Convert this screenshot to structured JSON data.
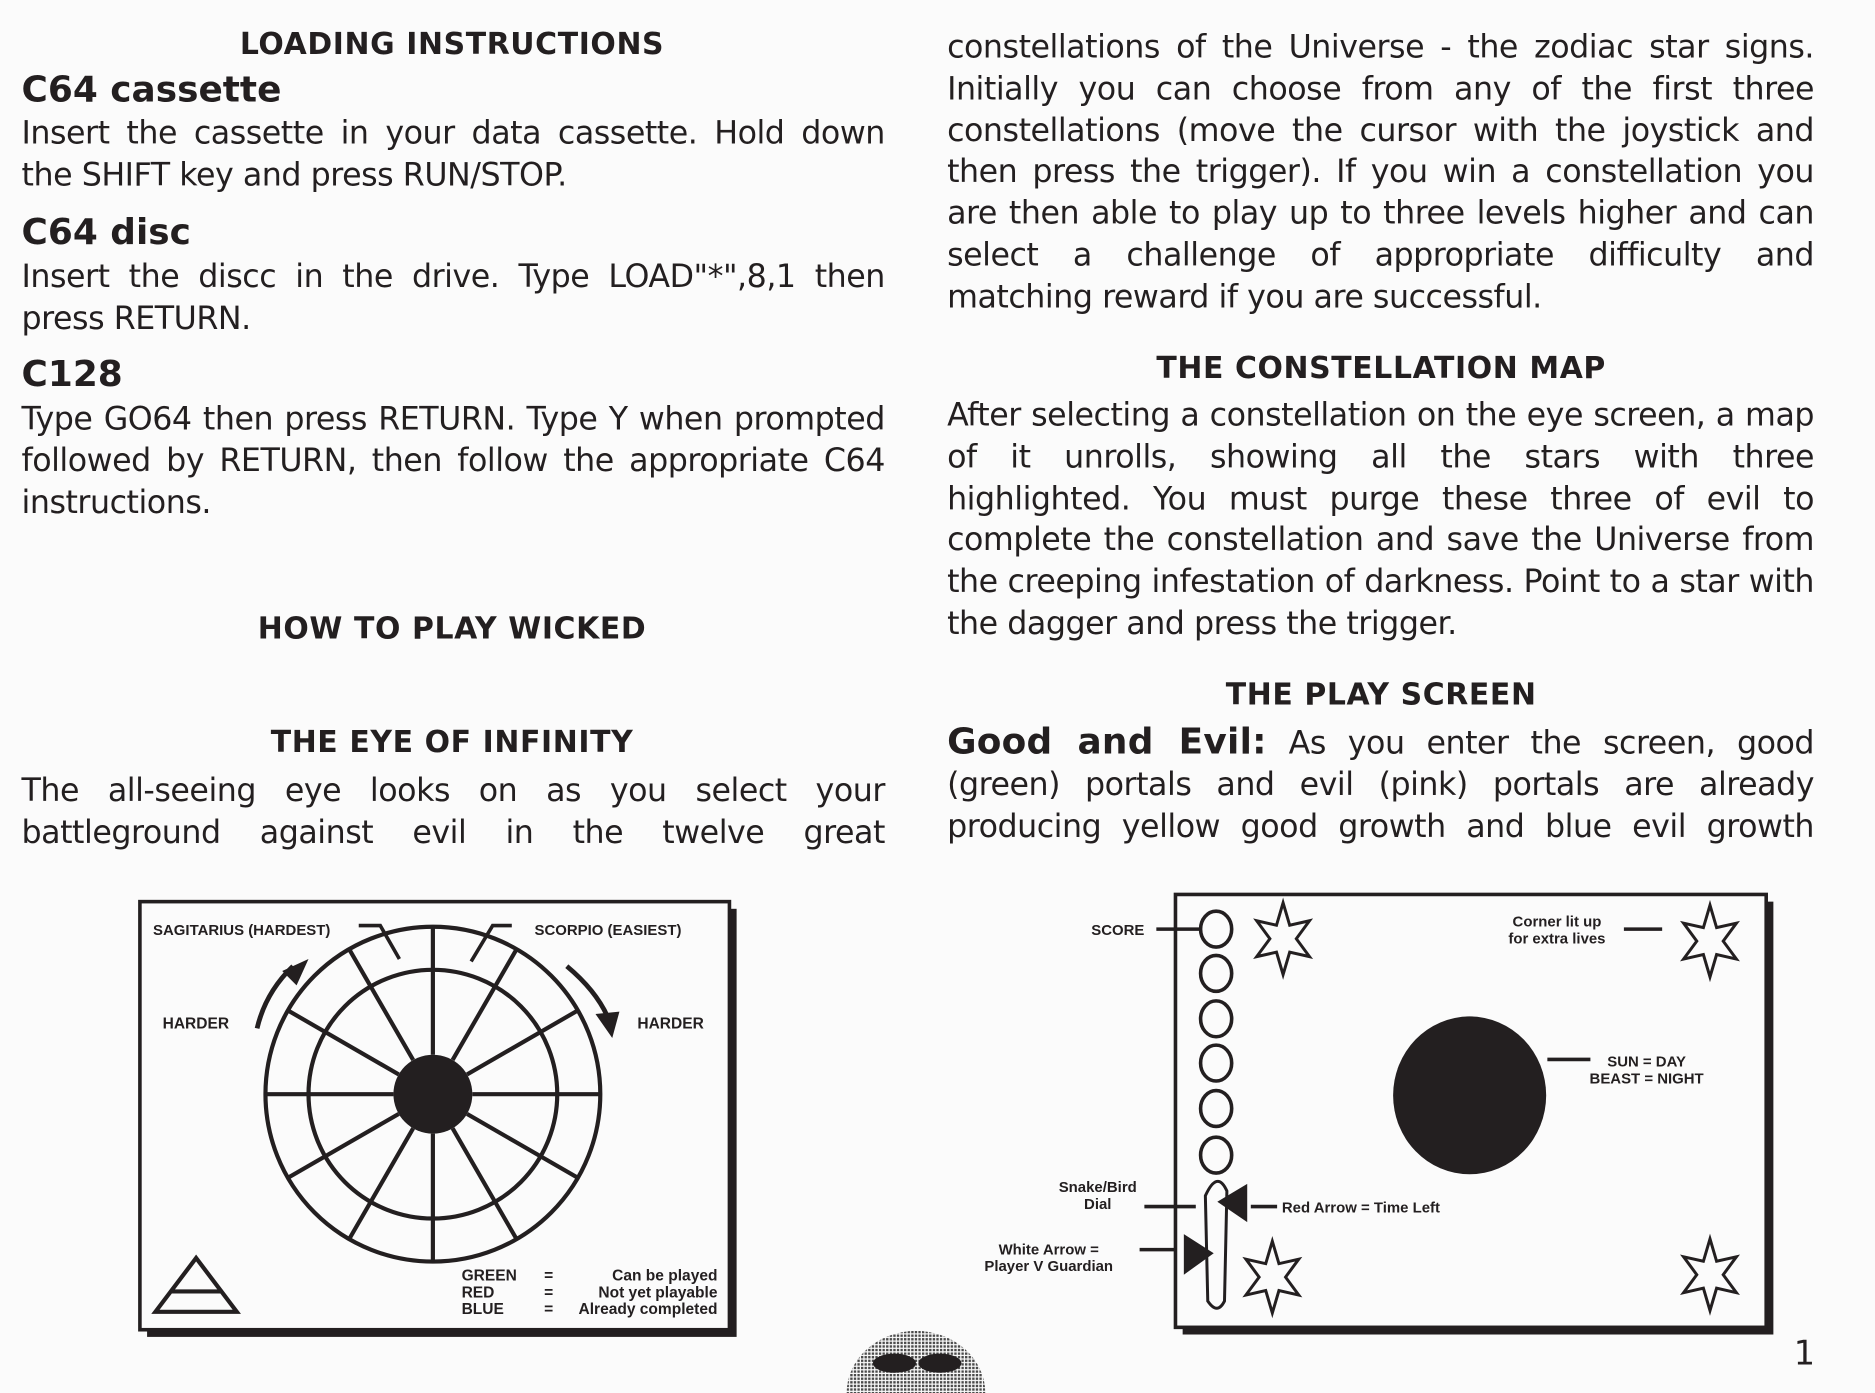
{
  "left": {
    "loading_title": "LOADING INSTRUCTIONS",
    "c64_cassette_heading": "C64 cassette",
    "c64_cassette_text": "Insert the cassette in your data cassette. Hold down the SHIFT key and press RUN/STOP.",
    "c64_disc_heading": "C64 disc",
    "c64_disc_text": "Insert the discc in the drive. Type LOAD\"*\",8,1 then press RETURN.",
    "c128_heading": "C128",
    "c128_text": "Type GO64 then press RETURN. Type Y when prompted followed by RETURN, then follow the appropriate C64 instructions.",
    "how_to_play_title": "HOW TO PLAY WICKED",
    "eye_title": "THE EYE OF INFINITY",
    "eye_text": "The all-seeing eye looks on as you select your battleground against evil in the twelve great"
  },
  "right": {
    "continued_text": "constellations of the Universe - the zodiac star signs. Initially you can choose from any of the first three constellations (move the cursor with the joystick and then press the trigger). If you win a constellation you are then able to play up to three levels higher and can select a challenge of appropriate difficulty and matching reward if you are successful.",
    "map_title": "THE CONSTELLATION MAP",
    "map_text": "After selecting a constellation on the eye screen, a map of it unrolls, showing all the stars with three highlighted. You must purge these three of evil to complete the constellation and save the Universe from the creeping infestation of darkness. Point to a star with the dagger and press the trigger.",
    "play_title": "THE PLAY SCREEN",
    "play_lead": "Good and Evil:",
    "play_text": "As you enter the screen, good (green) portals and evil (pink) portals are already producing yellow good growth and blue evil growth"
  },
  "eye_diagram": {
    "sagittarius": "SAGITARIUS (HARDEST)",
    "scorpio": "SCORPIO (EASIEST)",
    "harder_left": "HARDER",
    "harder_right": "HARDER",
    "legend": [
      {
        "color": "GREEN",
        "eq": "=",
        "meaning": "Can be played"
      },
      {
        "color": "RED",
        "eq": "=",
        "meaning": "Not yet playable"
      },
      {
        "color": "BLUE",
        "eq": "=",
        "meaning": "Already completed"
      }
    ]
  },
  "play_diagram": {
    "score": "SCORE",
    "corner_1": "Corner lit up",
    "corner_2": "for extra lives",
    "sun_1": "SUN = DAY",
    "sun_2": "BEAST = NIGHT",
    "dial_1": "Snake/Bird",
    "dial_2": "Dial",
    "red_arrow": "Red Arrow = Time Left",
    "white_1": "White Arrow =",
    "white_2": "Player V Guardian"
  },
  "page_number": "1"
}
